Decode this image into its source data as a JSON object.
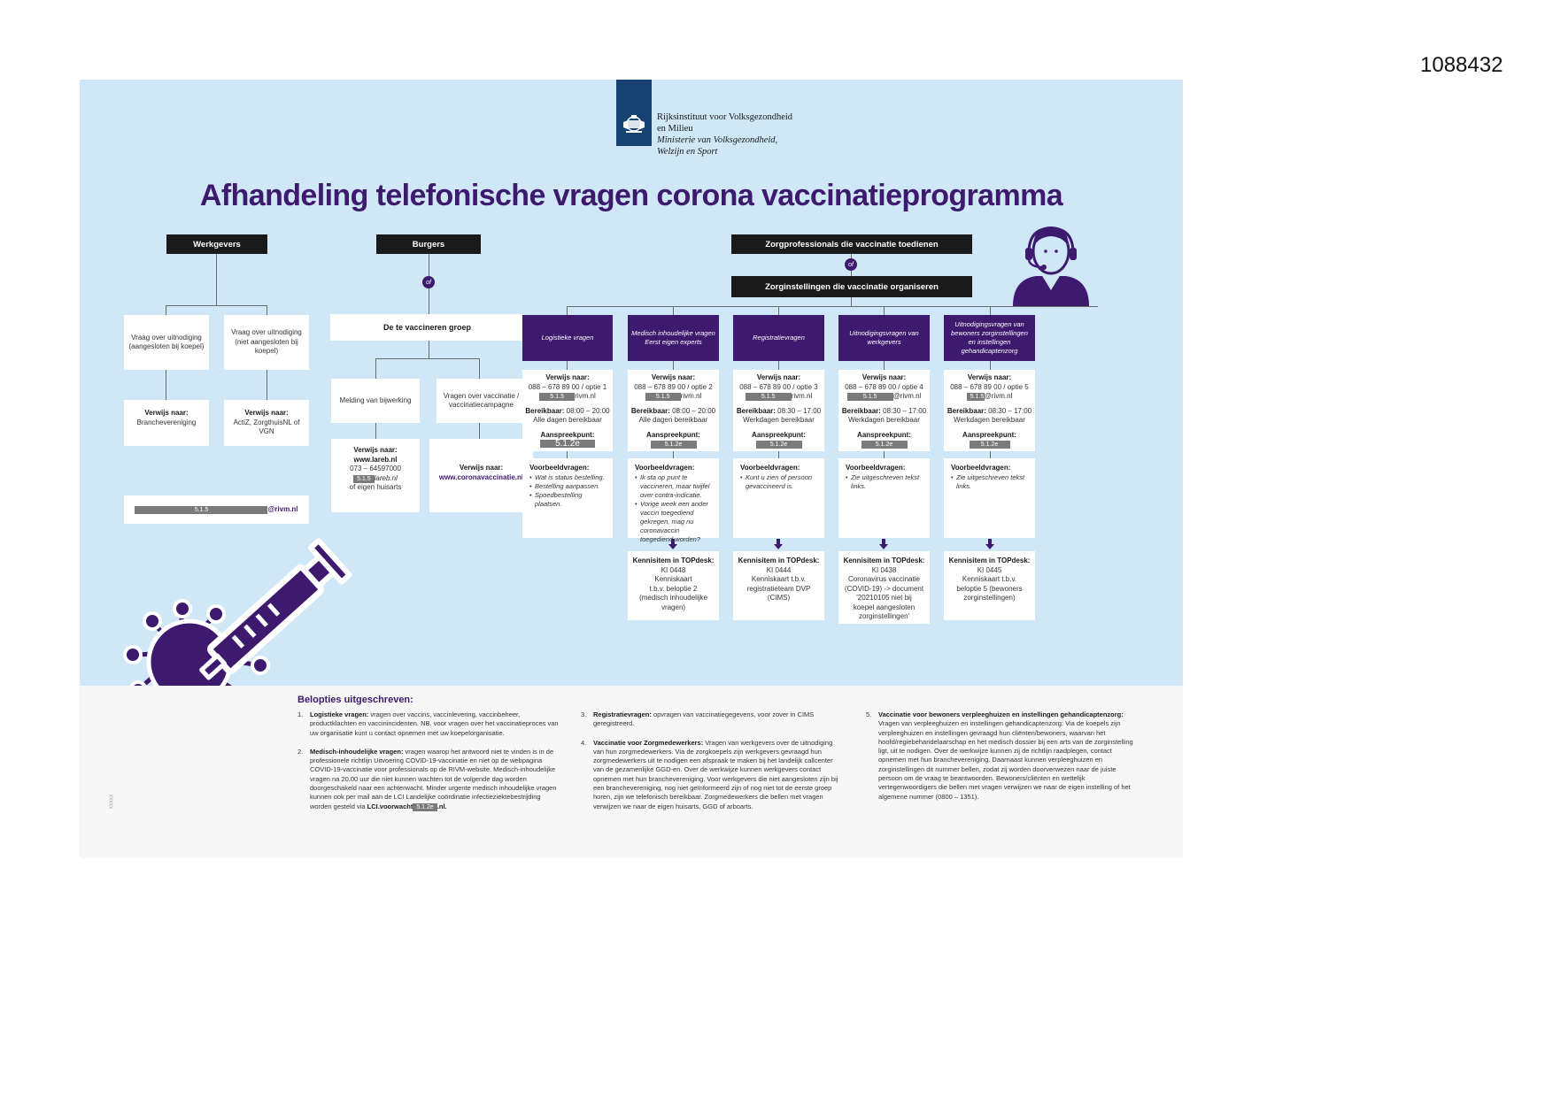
{
  "doc_id": "1088432",
  "logo": {
    "line1": "Rijksinstituut voor Volksgezondheid",
    "line2": "en Milieu",
    "line3": "Ministerie van Volksgezondheid,",
    "line4": "Welzijn en Sport"
  },
  "title": "Afhandeling telefonische vragen corona vaccinatieprogramma",
  "of_label": "of",
  "werkgevers": {
    "header": "Werkgevers",
    "box1": "Vraag over uitnodiging (aangesloten bij koepel)",
    "box2": "Vraag over uitnodiging (niet aangesloten bij koepel)",
    "ref1_label": "Verwijs naar:",
    "ref1_value": "Branchevereniging",
    "ref2_label": "Verwijs naar:",
    "ref2_value": "ActiZ, ZorgthuisNL of VGN",
    "email_redact": "5.1.5",
    "email_suffix": "@rivm.nl"
  },
  "burgers": {
    "header": "Burgers",
    "group": "De te vaccineren groep",
    "box1": "Melding van bijwerking",
    "box2": "Vragen over vaccinatie / vaccinatiecampagne",
    "ref1_label": "Verwijs naar:",
    "ref1_line1": "www.lareb.nl",
    "ref1_line2": "073 – 64597000",
    "ref1_redact": "5.1.5",
    "ref1_line3_suffix": "lareb.nl",
    "ref1_line4": "of eigen huisarts",
    "ref2_label": "Verwijs naar:",
    "ref2_value": "www.coronavaccinatie.nl"
  },
  "zorg": {
    "header1": "Zorgprofessionals die vaccinatie toedienen",
    "header2": "Zorginstellingen die vaccinatie organiseren",
    "columns": [
      {
        "title": "Logistieke vragen",
        "ref_label": "Verwijs naar:",
        "phone": "088 – 678 89 00 / optie 1",
        "mail_redact": "5.1.5",
        "mail_suffix": "rivm.nl",
        "reach_label": "Bereikbaar:",
        "reach_time": "08:00 – 20:00",
        "reach_note": "Alle dagen bereikbaar",
        "contact_label": "Aanspreekpunt:",
        "contact_redact": "5.1.2e",
        "ex_title": "Voorbeeldvragen:",
        "examples": [
          "Wat is status bestelling.",
          "Bestelling aanpassen.",
          "Spoedbestelling plaatsen."
        ],
        "kennis_title": "",
        "kennis_lines": []
      },
      {
        "title": "Medisch inhoudelijke vragen Eerst eigen experts",
        "ref_label": "Verwijs naar:",
        "phone": "088 – 678 89 00 / optie 2",
        "mail_redact": "5.1.5",
        "mail_suffix": "rivm.nl",
        "reach_label": "Bereikbaar:",
        "reach_time": "08:00 – 20:00",
        "reach_note": "Alle dagen bereikbaar",
        "contact_label": "Aanspreekpunt:",
        "contact_redact": "5.1.2e",
        "ex_title": "Voorbeeldvragen:",
        "examples": [
          "Ik sta op punt te vaccineren, maar twijfel over contra-indicatie.",
          "Vorige week een ander vaccin toegediend gekregen, mag nu coronavaccin toegediend worden?"
        ],
        "kennis_title": "Kennisitem in TOPdesk:",
        "kennis_lines": [
          "KI 0448",
          "Kenniskaart",
          "t.b.v. beloptie 2",
          "(medisch inhoudelijke",
          "vragen)"
        ]
      },
      {
        "title": "Registratievragen",
        "ref_label": "Verwijs naar:",
        "phone": "088 – 678 89 00 / optie 3",
        "mail_redact": "5.1.5",
        "mail_suffix": "rivm.nl",
        "reach_label": "Bereikbaar:",
        "reach_time": "08:30 – 17:00",
        "reach_note": "Werkdagen bereikbaar",
        "contact_label": "Aanspreekpunt:",
        "contact_redact": "5.1.2e",
        "ex_title": "Voorbeeldvragen:",
        "examples": [
          "Kunt u zien of persoon gevaccineerd is."
        ],
        "kennis_title": "Kennisitem in TOPdesk:",
        "kennis_lines": [
          "KI 0444",
          "Kenniskaart t.b.v.",
          "registratieteam DVP",
          "(CIMS)"
        ]
      },
      {
        "title": "Uitnodigingsvragen van werkgevers",
        "ref_label": "Verwijs naar:",
        "phone": "088 – 678 89 00 / optie 4",
        "mail_redact": "5.1.5",
        "mail_suffix": "@rivm.nl",
        "reach_label": "Bereikbaar:",
        "reach_time": "08:30 – 17:00",
        "reach_note": "Werkdagen bereikbaar",
        "contact_label": "Aanspreekpunt:",
        "contact_redact": "5.1.2e",
        "ex_title": "Voorbeeldvragen:",
        "examples": [
          "Zie uitgeschreven tekst links."
        ],
        "kennis_title": "Kennisitem in TOPdesk:",
        "kennis_lines": [
          "KI 0438",
          "Coronavirus vaccinatie",
          "(COVID-19) -> document",
          "'20210105 niet bij",
          "koepel aangesloten",
          "zorginstellingen'"
        ]
      },
      {
        "title": "Uitnodigingsvragen van bewoners zorginstellingen en instellingen gehandicaptenzorg",
        "ref_label": "Verwijs naar:",
        "phone": "088 – 678 89 00 / optie 5",
        "mail_redact": "5.1.5",
        "mail_suffix": "@rivm.nl",
        "reach_label": "Bereikbaar:",
        "reach_time": "08:30 – 17:00",
        "reach_note": "Werkdagen bereikbaar",
        "contact_label": "Aanspreekpunt:",
        "contact_redact": "5.1.2e",
        "ex_title": "Voorbeeldvragen:",
        "examples": [
          "Zie uitgeschreven tekst links."
        ],
        "kennis_title": "Kennisitem in TOPdesk:",
        "kennis_lines": [
          "KI 0445",
          "Kenniskaart t.b.v.",
          "beloptie 5 (bewoners",
          "zorginstellingen)"
        ]
      }
    ]
  },
  "beloptie": {
    "heading": "Belopties uitgeschreven:",
    "items": [
      {
        "num": "1.",
        "label": "Logistieke vragen:",
        "text": " vragen over vaccins, vaccinlevering, vaccinbeheer, productklachten en vaccinincidenten. NB. voor vragen over het vaccinatieproces van uw organisatie kunt u contact opnemen met uw koepelorganisatie."
      },
      {
        "num": "2.",
        "label": "Medisch-inhoudelijke vragen:",
        "text": " vragen waarop het antwoord niet te vinden is in de professionele richtlijn Uitvoering COVID-19-vaccinatie en niet op de webpagina COVID-19-vaccinatie voor professionals op de RIVM-website. Medisch-inhoudelijke vragen na 20.00 uur die niet kunnen wachten tot de volgende dag worden doorgeschakeld naar een achterwacht. Minder urgente medisch inhoudelijke vragen kunnen ook per mail aan de LCI Landelijke coördinatie infectieziektebestrijding worden gesteld via",
        "tail_bold": "LCI.voorwacht",
        "tail_redact": "5.1.2e",
        "tail_end": ".nl."
      },
      {
        "num": "3.",
        "label": "Registratievragen:",
        "text": " opvragen van vaccinatiegegevens, voor zover in CIMS geregistreerd."
      },
      {
        "num": "4.",
        "label": "Vaccinatie voor Zorgmedewerkers:",
        "text": " Vragen van werkgevers over de uitnodiging van hun zorgmedewerkers. Via de zorgkoepels zijn werkgevers gevraagd hun zorgmedewerkers uit te nodigen een afspraak te maken bij het landelijk callcenter van de gezamenlijke GGD-en. Over de werkwijze kunnen werkgevers contact opnemen met hun branchevereniging. Voor werkgevers die niet aangesloten zijn bij een branchevereniging, nog niet geïnformeerd zijn of nog niet tot de eerste groep horen, zijn we telefonisch bereikbaar. Zorgmedewerkers die bellen met vragen verwijzen we naar de eigen huisarts, GGD of arboarts."
      },
      {
        "num": "5.",
        "label": "Vaccinatie voor bewoners verpleeghuizen en instellingen gehandicaptenzorg:",
        "text": " Vragen van verpleeghuizen en instellingen gehandicaptenzorg: Via de koepels zijn verpleeghuizen en instellingen gevraagd hun cliënten/bewoners, waarvan het hoofd/regiebehandelaarschap en het medisch dossier bij een arts van de zorginstelling ligt, uit te nodigen. Over de werkwijze kunnen zij de richtlijn raadplegen, contact opnemen met hun branchevereniging. Daarnaast kunnen verpleeghuizen en zorginstellingen dit nummer bellen, zodat zij worden doorverwezen naar de juiste persoon om de vraag te beantwoorden. Bewoners/cliënten en wettelijk vertegenwoordigers die bellen met vragen verwijzen we naar de eigen instelling of het algemene nummer (0800 – 1351)."
      }
    ]
  },
  "colors": {
    "poster_bg": "#cfe7f7",
    "purple": "#3d1a6e",
    "dark_header": "#1a1a1a",
    "logo_blue": "#154273"
  },
  "icons": [
    "syringe-virus-illustration",
    "callcenter-agent-icon",
    "rijksoverheid-emblem-icon"
  ]
}
